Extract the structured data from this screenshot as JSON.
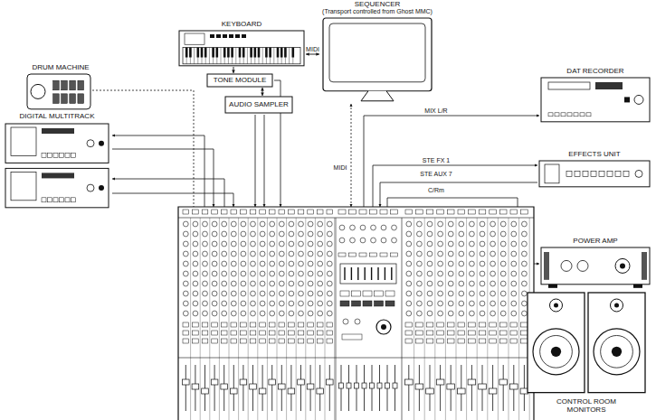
{
  "diagram": {
    "nodes": [
      {
        "text": [
          "DRUM MACHINE"
        ]
      },
      {
        "text": [
          "DIGITAL MULTITRACK"
        ]
      },
      {
        "text": [
          "KEYBOARD"
        ]
      },
      {
        "text": [
          "TONE MODULE"
        ]
      },
      {
        "text": [
          "AUDIO SAMPLER"
        ]
      },
      {
        "text": [
          "SEQUENCER",
          "(Transport controlled from Ghost MMC)"
        ]
      },
      {
        "text": [
          "DAT RECORDER"
        ]
      },
      {
        "text": [
          "EFFECTS UNIT"
        ]
      },
      {
        "text": [
          "POWER AMP"
        ]
      },
      {
        "text": [
          "CONTROL ROOM MONITORS"
        ]
      }
    ],
    "edges": [
      {
        "from": 2,
        "to": 5,
        "label": "MIDI",
        "arrow": "both"
      },
      {
        "from": 2,
        "to": 3,
        "arrow": "to"
      },
      {
        "from": 3,
        "to": 4,
        "arrow": "both"
      }
    ],
    "labels": [
      "MIDI",
      "MIX L/R",
      "STE FX 1",
      "STE AUX 7",
      "C/Rm"
    ]
  }
}
